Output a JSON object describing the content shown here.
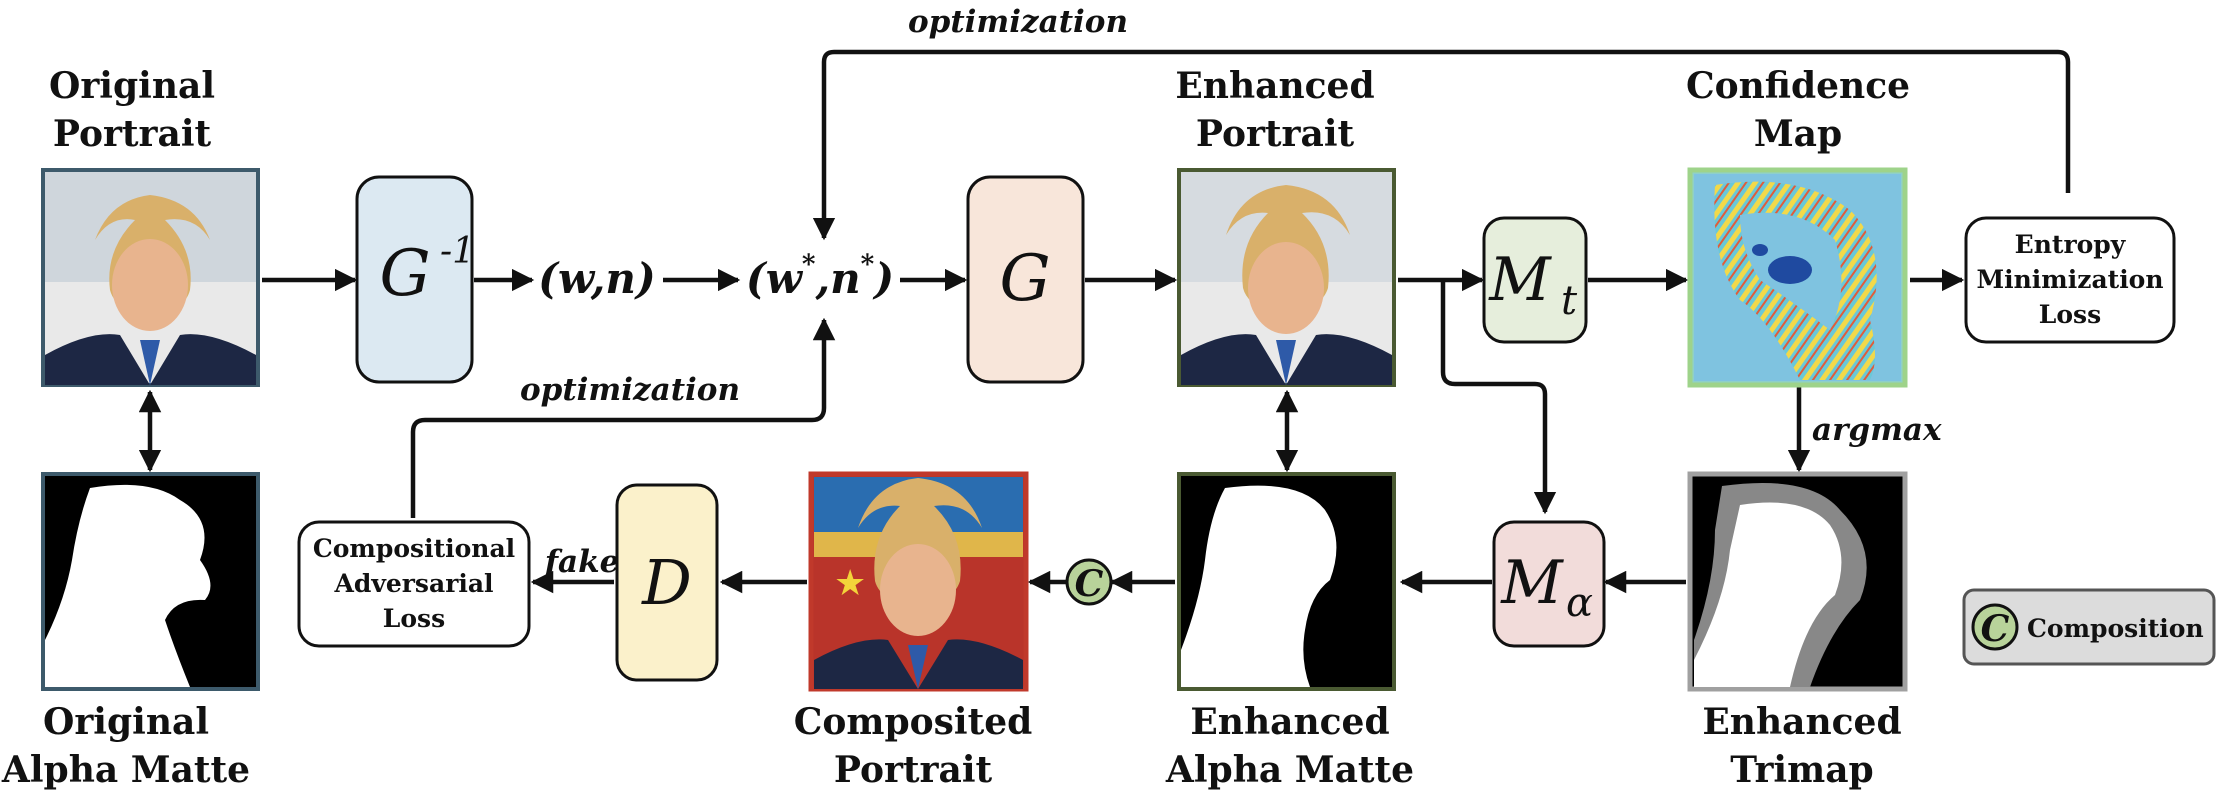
{
  "images": {
    "original_portrait": [
      "Original",
      "Portrait"
    ],
    "original_alpha": [
      "Original",
      "Alpha Matte"
    ],
    "enhanced_portrait": [
      "Enhanced",
      "Portrait"
    ],
    "enhanced_alpha": [
      "Enhanced",
      "Alpha Matte"
    ],
    "confidence_map": [
      "Confidence",
      "Map"
    ],
    "enhanced_trimap": [
      "Enhanced",
      "Trimap"
    ],
    "composited_portrait": [
      "Composited",
      "Portrait"
    ]
  },
  "modules": {
    "g_inv": {
      "base": "G",
      "sup": "-1"
    },
    "g": {
      "base": "G"
    },
    "d": {
      "base": "D"
    },
    "mt": {
      "base": "M",
      "sub": "t"
    },
    "ma": {
      "base": "M",
      "sub": "α"
    },
    "c": "C"
  },
  "latents": {
    "wn": "(w,n)",
    "wn_star": {
      "open": "(w",
      "star1": "*",
      "mid": ",n",
      "star2": "*",
      "close": ")"
    }
  },
  "losses": {
    "entropy": [
      "Entropy",
      "Minimization",
      "Loss"
    ],
    "adversarial": [
      "Compositional",
      "Adversarial",
      "Loss"
    ]
  },
  "edge_labels": {
    "opt_top": "optimization",
    "opt_bottom": "optimization",
    "argmax": "argmax",
    "fake": "fake"
  },
  "legend": {
    "icon": "C",
    "label": "Composition"
  },
  "colors": {
    "g_inv": "#dce9f2",
    "g": "#f8e6da",
    "d": "#fbf1cb",
    "mt": "#e6eedc",
    "ma": "#f2dcda",
    "c_circle": "#b8d39a",
    "legend_bg": "#dcdcdc",
    "frame_orig": "#3d5a6b",
    "frame_enh": "#4a5a32",
    "frame_conf": "#9ed38a",
    "frame_trimap": "#a0a0a0",
    "frame_comp": "#c0392b"
  }
}
